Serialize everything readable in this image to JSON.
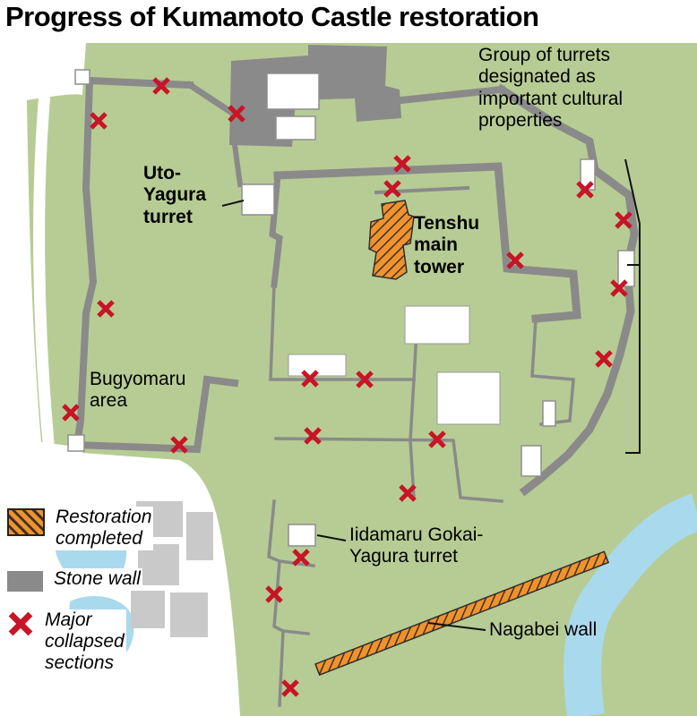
{
  "title": "Progress of Kumamoto Castle restoration",
  "map_labels": {
    "turret_group": "Group of turrets\ndesignated as\nimportant cultural\nproperties",
    "uto_yagura": "Uto-\nYagura\nturret",
    "tenshu": "Tenshu\nmain\ntower",
    "bugyomaru": "Bugyomaru\narea",
    "iidamaru": "Iidamaru Gokai-\nYagura turret",
    "nagabei": "Nagabei wall"
  },
  "legend": {
    "restoration": "Restoration\ncompleted",
    "stone_wall": "Stone wall",
    "collapsed": "Major\ncollapsed\nsections"
  },
  "colors": {
    "ground": "#b7cc94",
    "stone_wall": "#8a8a8a",
    "water": "#a9d9ec",
    "collapse_x": "#c81426",
    "restoration_orange": "#f0922e",
    "hatch_line": "#3f3222",
    "city_block": "#c9c9c9",
    "background": "#ffffff",
    "text": "#000000"
  },
  "map": {
    "collapse_marks": [
      [
        180,
        96
      ],
      [
        110,
        135
      ],
      [
        264,
        127
      ],
      [
        449,
        183
      ],
      [
        438,
        211
      ],
      [
        653,
        212
      ],
      [
        696,
        246
      ],
      [
        575,
        291
      ],
      [
        691,
        322
      ],
      [
        118,
        345
      ],
      [
        674,
        401
      ],
      [
        346,
        423
      ],
      [
        407,
        424
      ],
      [
        79,
        461
      ],
      [
        349,
        487
      ],
      [
        200,
        497
      ],
      [
        488,
        491
      ],
      [
        455,
        551
      ],
      [
        336,
        623
      ],
      [
        306,
        664
      ],
      [
        324,
        769
      ]
    ]
  }
}
